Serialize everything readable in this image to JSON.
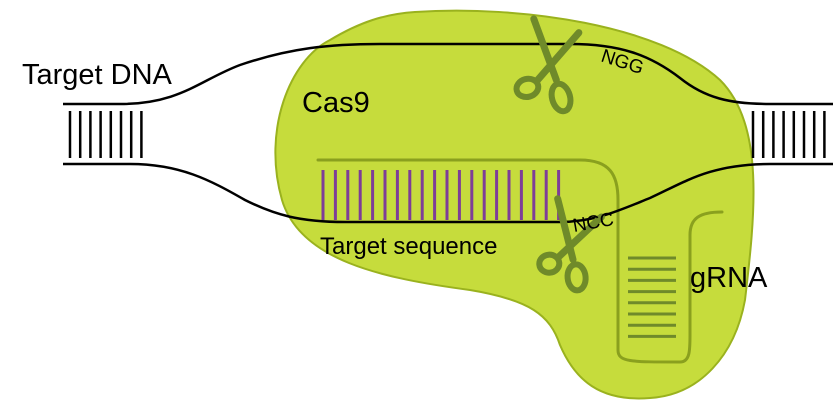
{
  "labels": {
    "target_dna": "Target DNA",
    "cas9": "Cas9",
    "pam_top": "NGG",
    "pam_bottom": "NCC",
    "target_sequence": "Target sequence",
    "grna": "gRNA"
  },
  "colors": {
    "cas9_fill": "#c6dc3c",
    "cas9_edge": "#9ab21e",
    "scissors": "#6f8a2a",
    "target_rungs": "#7d3c98",
    "grna_lines": "#6f8a2a",
    "dna_strand": "#000000"
  },
  "icons": [
    "scissors-icon",
    "scissors-icon"
  ]
}
